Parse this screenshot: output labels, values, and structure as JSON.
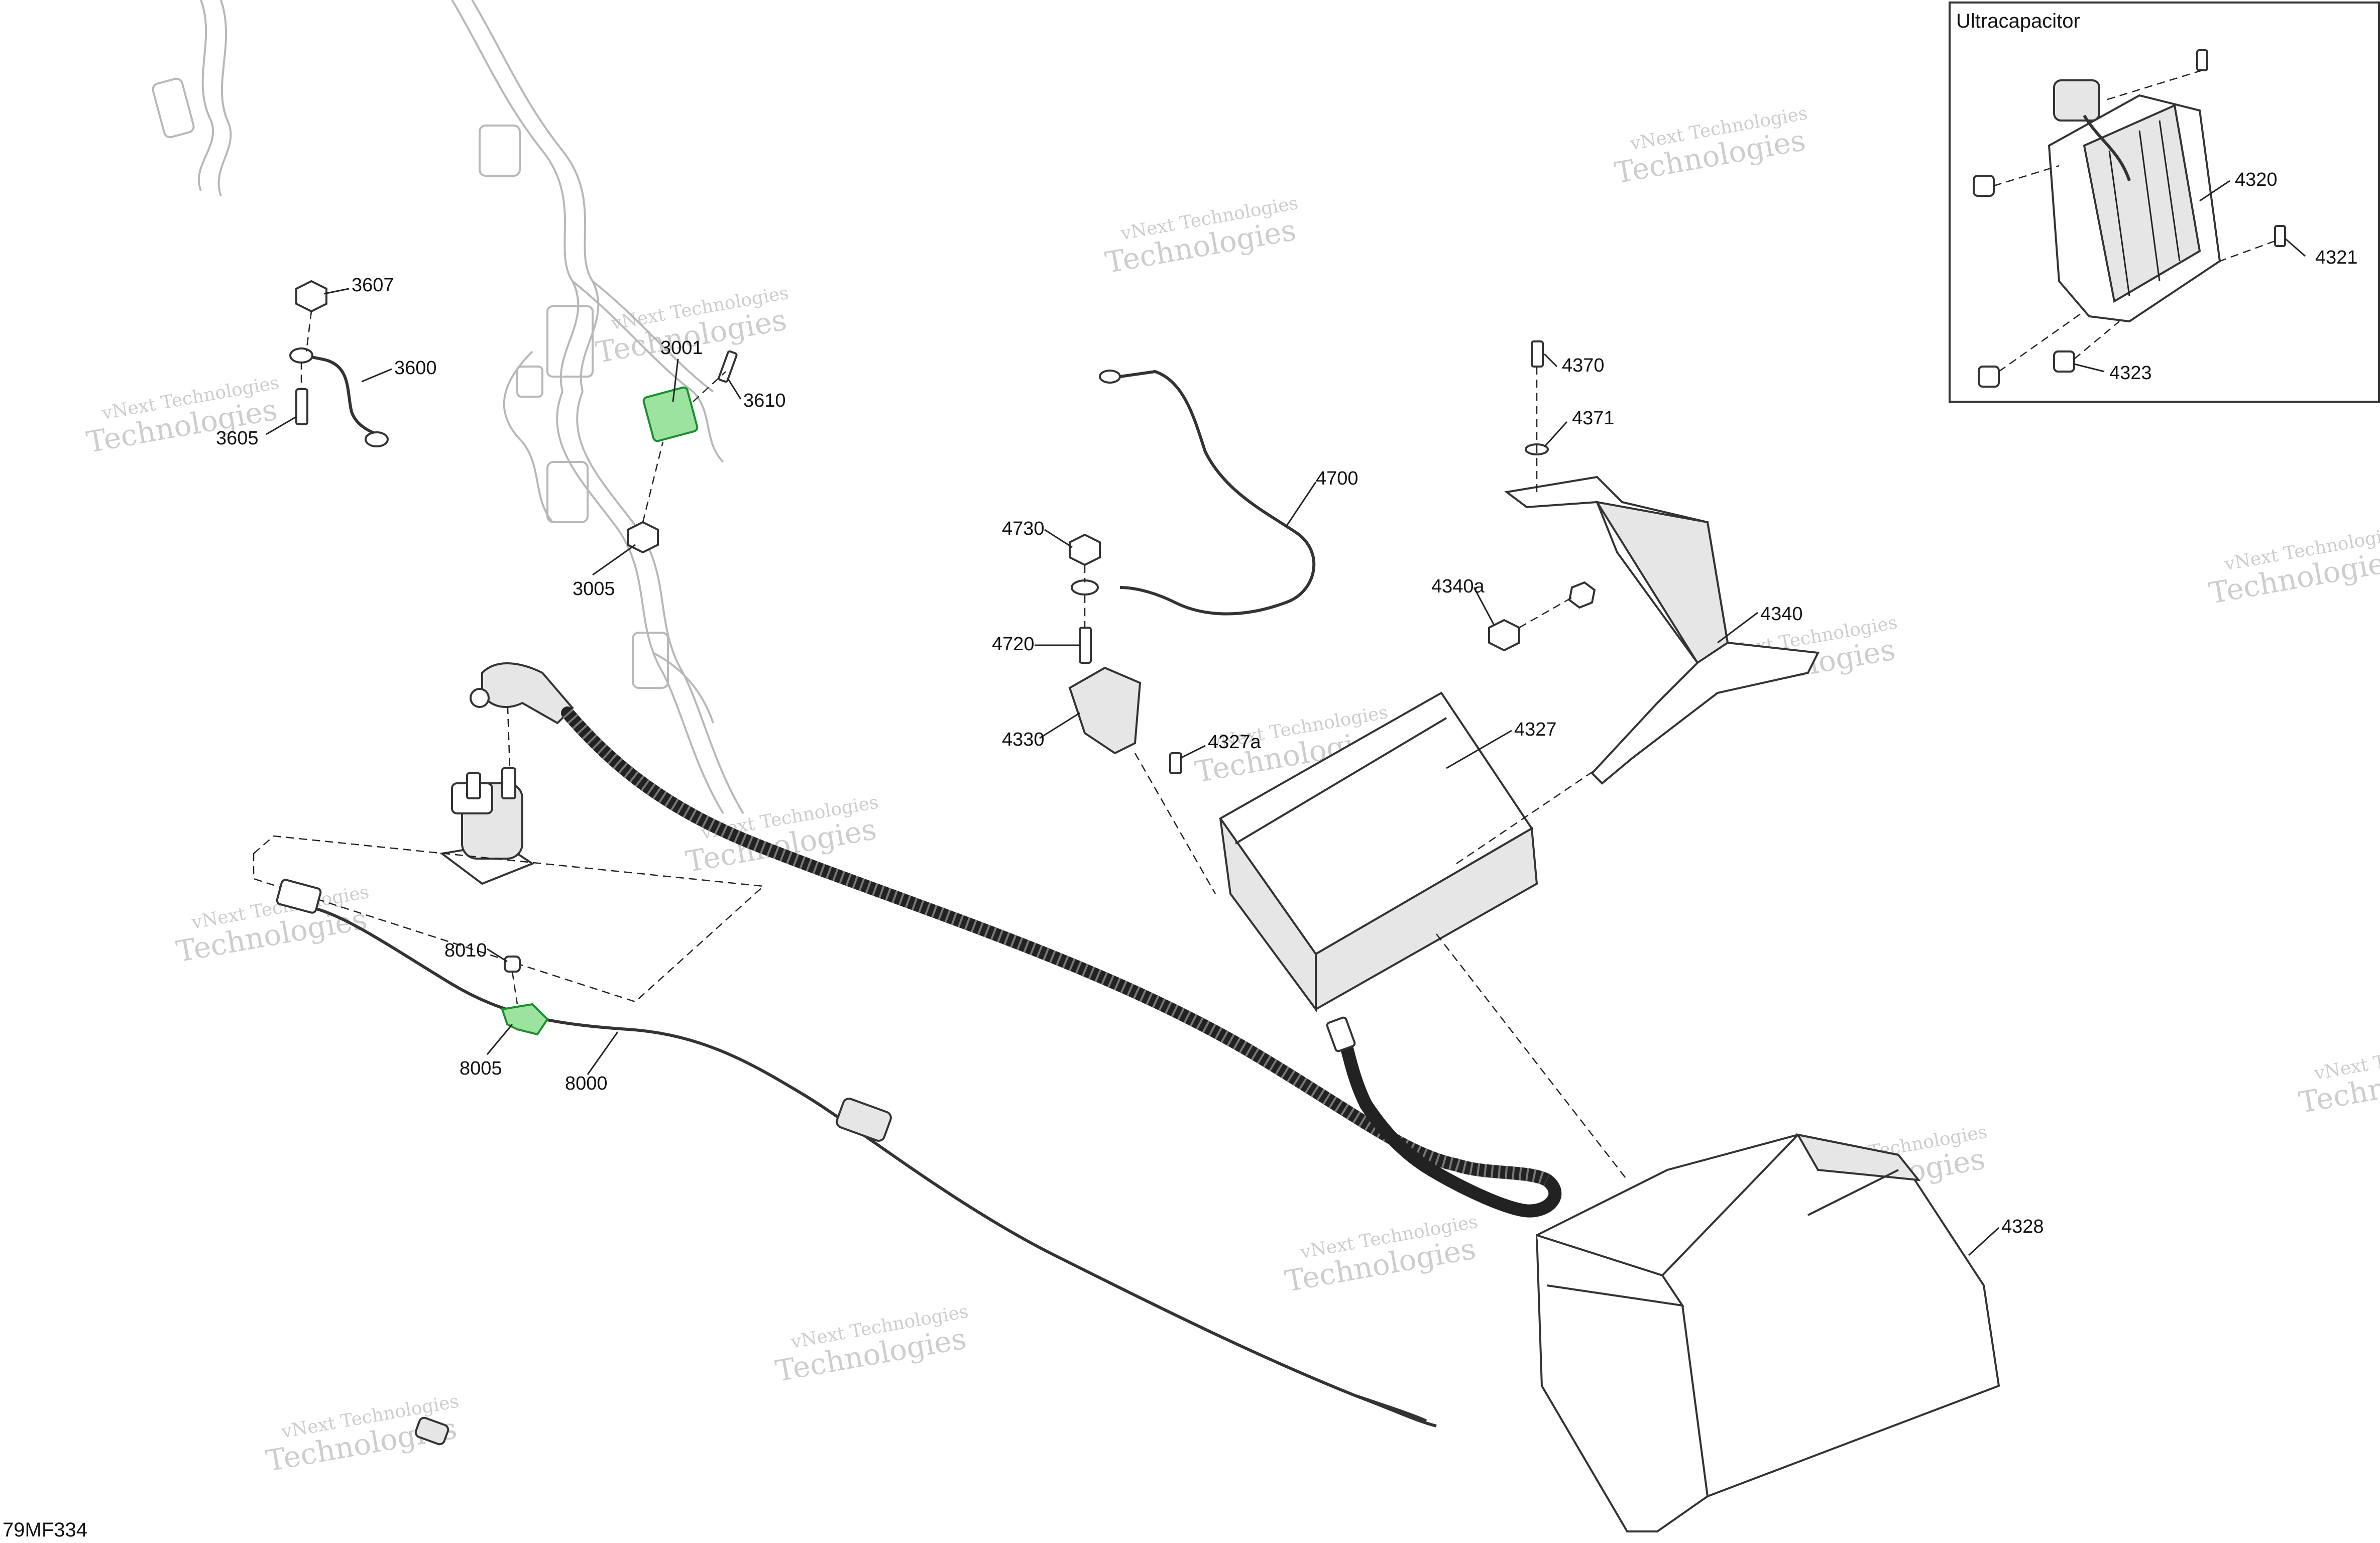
{
  "callouts": {
    "c3607": "3607",
    "c3600": "3600",
    "c3605": "3605",
    "c3001": "3001",
    "c3610": "3610",
    "c3005": "3005",
    "c4370": "4370",
    "c4371": "4371",
    "c4700": "4700",
    "c4730": "4730",
    "c4340a": "4340a",
    "c4340": "4340",
    "c4720": "4720",
    "c4330": "4330",
    "c4327a": "4327a",
    "c4327": "4327",
    "c8010": "8010",
    "c8005": "8005",
    "c8000": "8000",
    "c4328": "4328",
    "c4320": "4320",
    "c4321": "4321",
    "c4323": "4323"
  },
  "inset": {
    "title": "Ultracapacitor"
  },
  "figure_code": "79MF334",
  "watermark": {
    "line1": "vNext Technologies",
    "line2": "Technologies"
  },
  "colors": {
    "highlight": "#9be39f",
    "line": "#333333",
    "watermark": "#bdbdbd"
  }
}
